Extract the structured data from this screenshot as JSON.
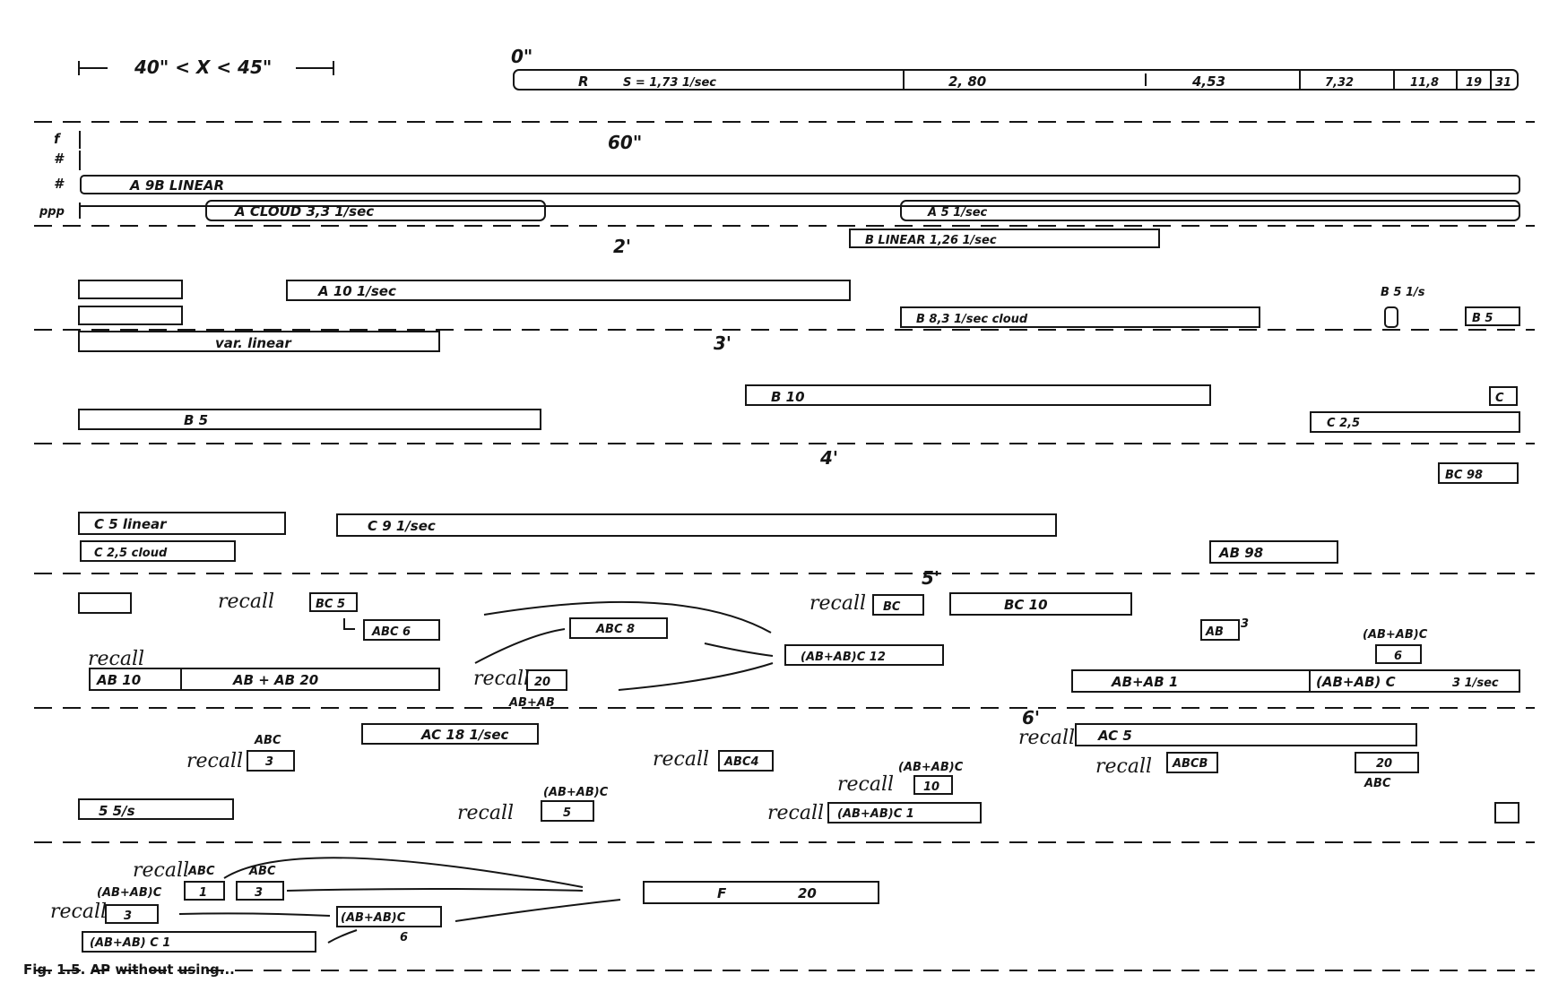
{
  "header": {
    "range_label": "40\" < X < 45\"",
    "time_0": "0\"",
    "time_60": "60\"",
    "time_2": "2'",
    "time_3": "3'",
    "time_4": "4'",
    "time_5": "5'",
    "time_6": "6'"
  },
  "dynamics": [
    "f",
    "#",
    "#",
    "ppp"
  ],
  "row1": {
    "r_box": "R",
    "r_rate": "S = 1,73 1/sec",
    "seg2": "2, 80",
    "seg3": "4,53",
    "seg4": "7,32",
    "seg5": "11,8",
    "seg6": "19",
    "seg7": "31"
  },
  "row2": {
    "a_linear": "A  9B  LINEAR",
    "a_cloud": "A  CLOUD   3,3 1/sec",
    "a_5": "A   5 1/sec",
    "b_linear": "B  LINEAR      1,26 1/sec"
  },
  "row3": {
    "a_10": "A    10  1/sec",
    "b_cloud": "B   8,3 1/sec  cloud",
    "var_linear": "var. linear",
    "b_5_sec": "B 5 1/s",
    "b_5": "B 5"
  },
  "row4": {
    "b_5": "B   5",
    "b_10": "B   10",
    "c_2_5": "C  2,5",
    "c_box": "C"
  },
  "row5": {
    "bc_98": "BC 98",
    "c_5_linear": "C 5   linear",
    "c_9": "C  9 1/sec",
    "c_cloud": "C 2,5 cloud",
    "ab_98": "AB  98"
  },
  "row6": {
    "recall": "recall",
    "bc5": "BC 5",
    "abc6": "ABC 6",
    "abc_box": "ABC  8",
    "ab_abc12": "(AB+AB)C  12",
    "bc_box": "BC",
    "bc10": "BC   10",
    "ab3": "AB",
    "ab3_exp": "3",
    "ab_ab_c": "(AB+AB)C",
    "six_box": "6",
    "ab10": "AB 10",
    "ab_ab20": "AB + AB    20",
    "n20": "20",
    "ab_ab_sub": "AB+AB",
    "ab_ab1": "AB+AB    1",
    "ab_ab_c3": "(AB+AB) C",
    "rate3": "3 1/sec"
  },
  "row7": {
    "ac18": "AC   18 1/sec",
    "abc_label": "ABC",
    "n3": "3",
    "abc4": "ABC4",
    "ab_ab_c_label": "(AB+AB)C",
    "n10": "10",
    "ac5": "AC     5",
    "abc_box2": "ABCB",
    "n20b": "20",
    "abc_sub": "ABC",
    "s5": "5  5/s",
    "ab_ab_c_label2": "(AB+AB)C",
    "n5": "5",
    "ab_ab_c1": "(AB+AB)C  1"
  },
  "row8": {
    "abc_l1": "ABC",
    "abc_l2": "ABC",
    "n1": "1",
    "n3": "3",
    "ab_ab_c": "(AB+AB)C",
    "n3b": "3",
    "ab_ab_c2": "(AB+AB)C",
    "n6": "6",
    "ab_ab_c1": "(AB+AB) C   1",
    "f_box": "F",
    "f_val": "20"
  },
  "caption": "Fig. 1.5. AP without using..."
}
